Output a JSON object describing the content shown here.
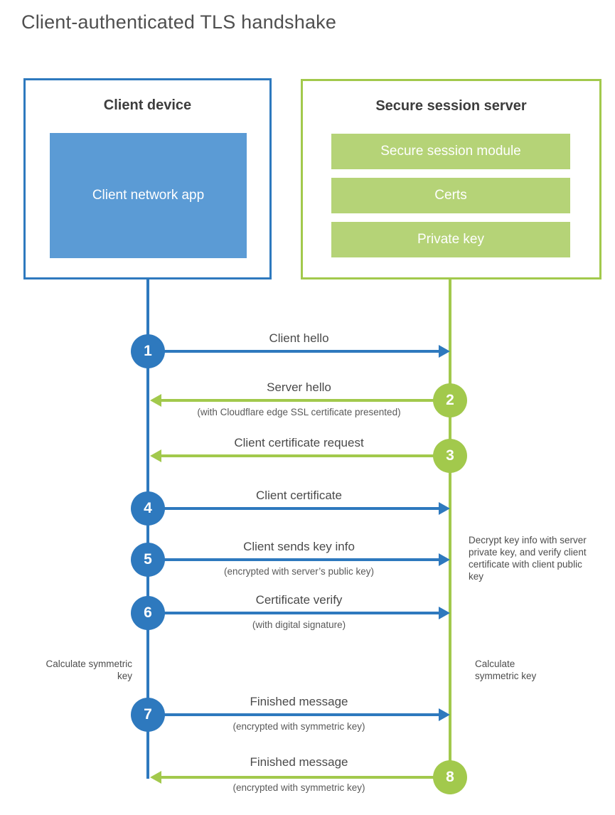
{
  "title": "Client-authenticated TLS handshake",
  "client": {
    "title": "Client device",
    "app_label": "Client network app"
  },
  "server": {
    "title": "Secure session server",
    "modules": [
      "Secure session module",
      "Certs",
      "Private key"
    ]
  },
  "steps": [
    {
      "num": "1",
      "label": "Client hello",
      "sub": "",
      "from": "client",
      "to": "server"
    },
    {
      "num": "2",
      "label": "Server hello",
      "sub": "(with Cloudflare edge SSL certificate presented)",
      "from": "server",
      "to": "client"
    },
    {
      "num": "3",
      "label": "Client certificate request",
      "sub": "",
      "from": "server",
      "to": "client"
    },
    {
      "num": "4",
      "label": "Client certificate",
      "sub": "",
      "from": "client",
      "to": "server"
    },
    {
      "num": "5",
      "label": "Client sends key info",
      "sub": "(encrypted with server’s public key)",
      "from": "client",
      "to": "server"
    },
    {
      "num": "6",
      "label": "Certificate verify",
      "sub": "(with digital signature)",
      "from": "client",
      "to": "server"
    },
    {
      "num": "7",
      "label": "Finished message",
      "sub": "(encrypted with symmetric key)",
      "from": "client",
      "to": "server"
    },
    {
      "num": "8",
      "label": "Finished message",
      "sub": "(encrypted with symmetric key)",
      "from": "server",
      "to": "client"
    }
  ],
  "notes": {
    "server_decrypt": "Decrypt key info with server private key, and verify client certificate with client public key",
    "client_calculate": "Calculate symmetric key",
    "server_calculate": "Calculate symmetric key"
  },
  "colors": {
    "client_blue": "#2e79be",
    "client_fill_blue": "#5b9bd5",
    "server_green": "#a2c94c",
    "server_fill_green": "#b5d377"
  }
}
